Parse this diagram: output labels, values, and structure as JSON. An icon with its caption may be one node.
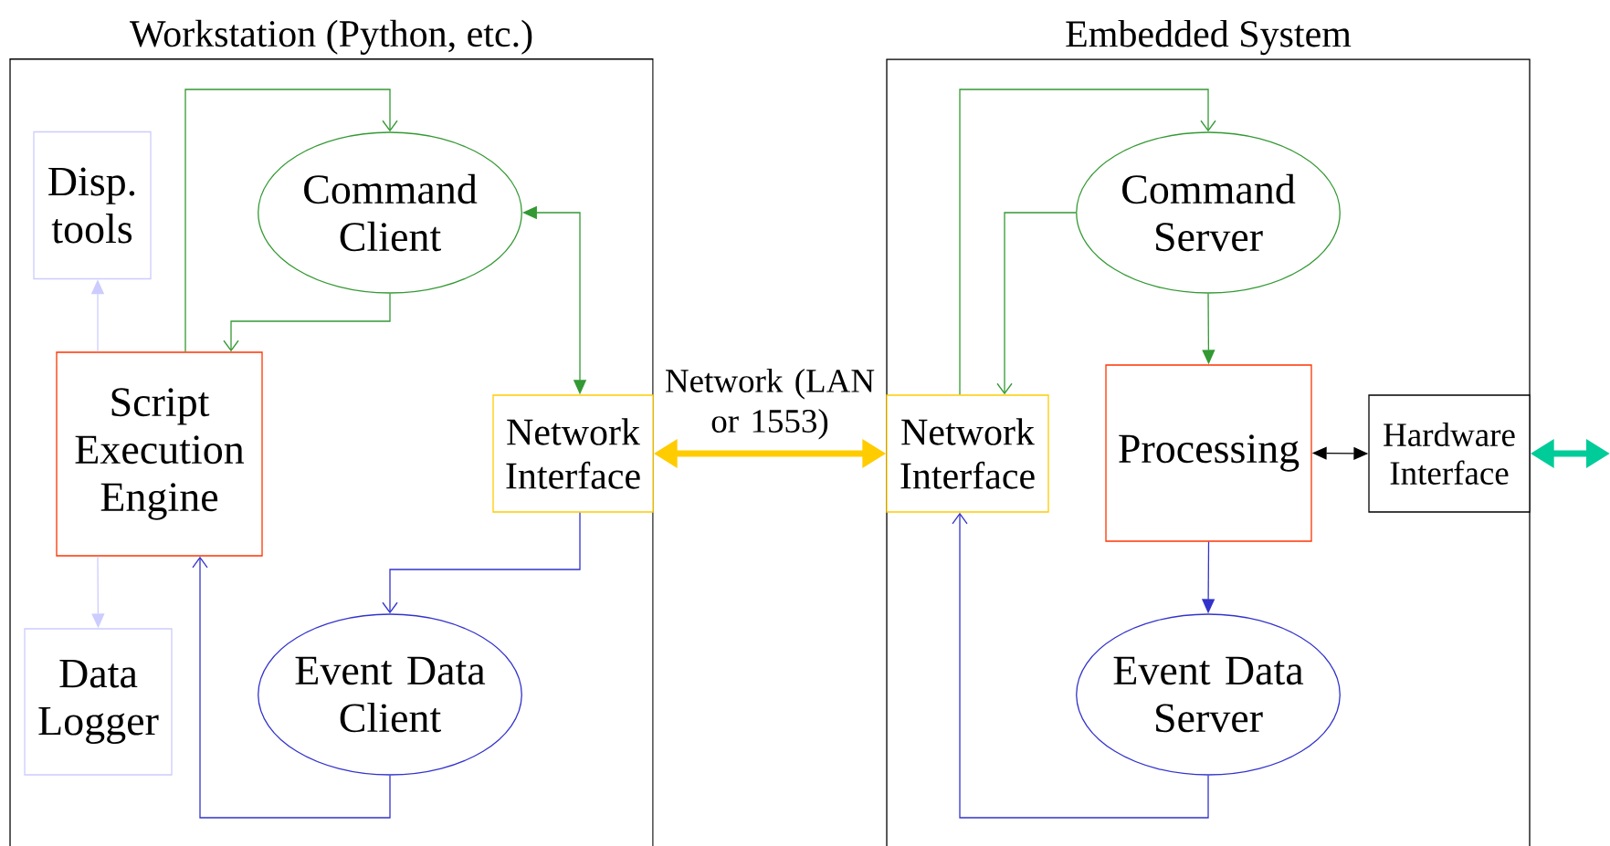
{
  "diagram": {
    "nodes": [
      {
        "text": [
          "Workstation (Python, etc.)"
        ]
      },
      {
        "text": [
          "Disp. tools"
        ],
        "in": 0
      },
      {
        "text": [
          "Command Client"
        ],
        "in": 0
      },
      {
        "text": [
          "Script Execution Engine"
        ],
        "in": 0
      },
      {
        "text": [
          "Network Interface"
        ],
        "in": 0
      },
      {
        "text": [
          "Data Logger"
        ],
        "in": 0
      },
      {
        "text": [
          "Event Data Client"
        ],
        "in": 0
      },
      {
        "text": [
          "Embedded System"
        ]
      },
      {
        "text": [
          "Network Interface"
        ],
        "in": 7
      },
      {
        "text": [
          "Command Server"
        ],
        "in": 7
      },
      {
        "text": [
          "Processing"
        ],
        "in": 7
      },
      {
        "text": [
          "Hardware Interface"
        ],
        "in": 7
      },
      {
        "text": [
          "Event Data Server"
        ],
        "in": 7
      }
    ],
    "edges": [
      {
        "from": 3,
        "to": 2,
        "arrow": "to",
        "color": "#339933"
      },
      {
        "from": 2,
        "to": 3,
        "arrow": "to",
        "color": "#339933"
      },
      {
        "from": 2,
        "to": 4,
        "arrow": "both",
        "color": "#339933"
      },
      {
        "from": 3,
        "to": 1,
        "arrow": "to",
        "color": "#ccccff"
      },
      {
        "from": 3,
        "to": 5,
        "arrow": "to",
        "color": "#ccccff"
      },
      {
        "from": 4,
        "to": 6,
        "arrow": "to",
        "color": "#3333cc"
      },
      {
        "from": 6,
        "to": 3,
        "arrow": "to",
        "color": "#3333cc"
      },
      {
        "from": 4,
        "to": 8,
        "arrow": "both",
        "label": "Network (LAN or 1553)",
        "style": "thick",
        "color": "#ffcc00"
      },
      {
        "from": 8,
        "to": 9,
        "arrow": "to",
        "color": "#339933"
      },
      {
        "from": 9,
        "to": 8,
        "arrow": "to",
        "color": "#339933"
      },
      {
        "from": 9,
        "to": 10,
        "arrow": "to",
        "color": "#339933"
      },
      {
        "from": 10,
        "to": 11,
        "arrow": "both",
        "color": "#000000"
      },
      {
        "from": 10,
        "to": 12,
        "arrow": "to",
        "color": "#3333cc"
      },
      {
        "from": 12,
        "to": 8,
        "arrow": "to",
        "color": "#3333cc"
      },
      {
        "from": 11,
        "to": null,
        "arrow": "both",
        "style": "thick",
        "color": "#00cc99"
      }
    ]
  }
}
